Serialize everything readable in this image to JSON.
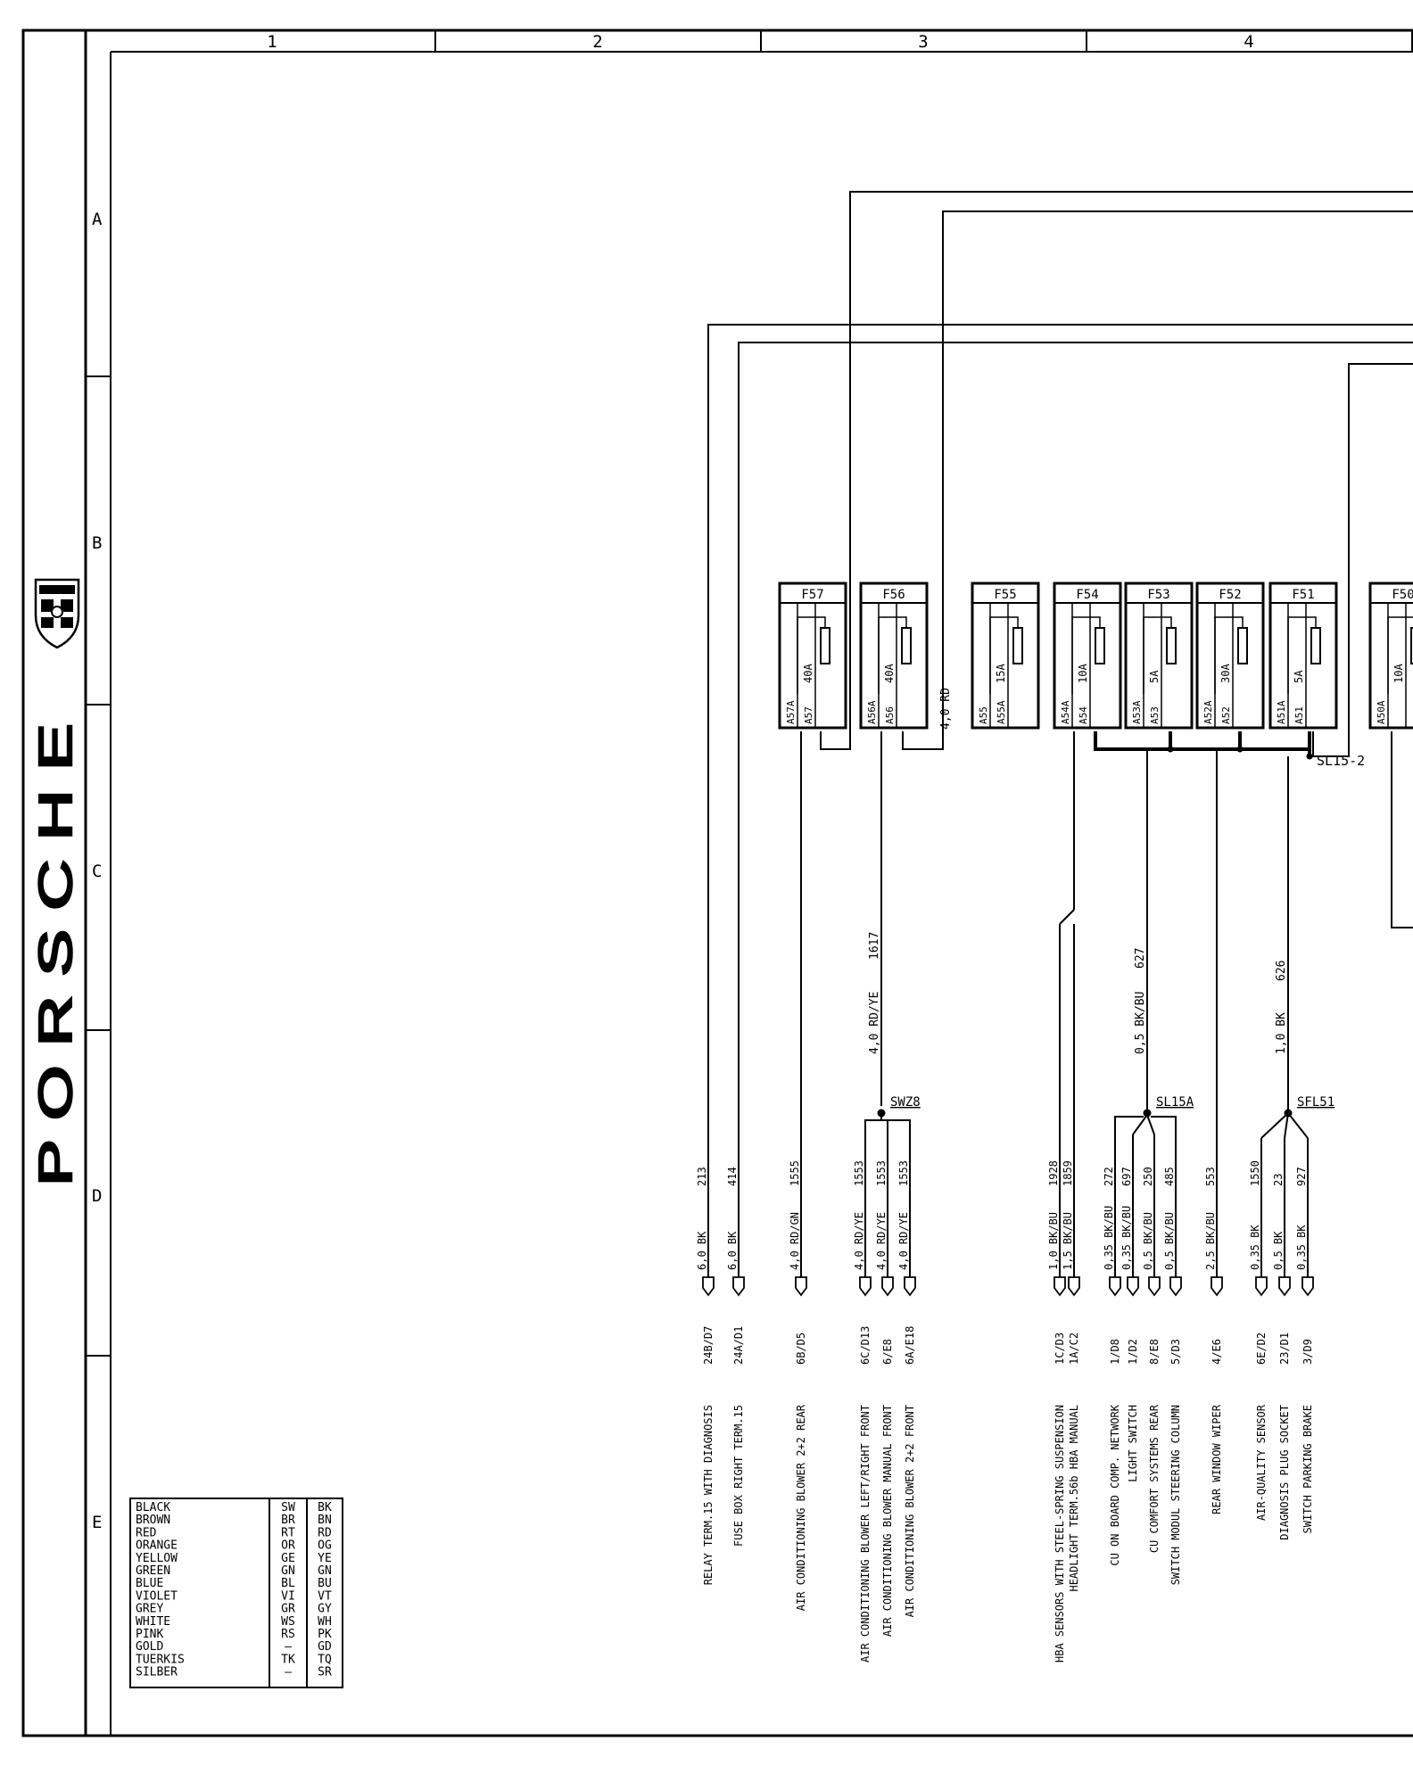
{
  "brand": "PORSCHE",
  "columns": [
    "1",
    "2",
    "3",
    "4"
  ],
  "rows": [
    "A",
    "B",
    "C",
    "D",
    "E"
  ],
  "fuses": [
    {
      "id": "F57",
      "rating": "40A",
      "in": "A57A",
      "out": "A57"
    },
    {
      "id": "F56",
      "rating": "40A",
      "in": "A56A",
      "out": "A56"
    },
    {
      "id": "F55",
      "rating": "15A",
      "in": "A55",
      "out": "A55A"
    },
    {
      "id": "F54",
      "rating": "10A",
      "in": "A54A",
      "out": "A54"
    },
    {
      "id": "F53",
      "rating": "5A",
      "in": "A53A",
      "out": "A53"
    },
    {
      "id": "F52",
      "rating": "30A",
      "in": "A52A",
      "out": "A52"
    },
    {
      "id": "F51",
      "rating": "5A",
      "in": "A51A",
      "out": "A51"
    },
    {
      "id": "F50",
      "rating": "10A",
      "in": "A50A",
      "out": ""
    }
  ],
  "f56_wire": "4,0 RD",
  "splices": {
    "sl15_2": "SL15-2",
    "swz8": "SWZ8",
    "sl15a": "SL15A",
    "sfl51": "SFL51"
  },
  "branch_wires": [
    {
      "spec": "4,0 RD/YE",
      "num": "1617"
    },
    {
      "spec": "0,5 BK/BU",
      "num": "627"
    },
    {
      "spec": "1,0 BK",
      "num": "626"
    }
  ],
  "outputs": [
    {
      "spec": "6,0 BK",
      "num": "213",
      "ref": "24B/D7",
      "desc": "RELAY TERM.15  WITH  DIAGNOSIS"
    },
    {
      "spec": "6,0 BK",
      "num": "414",
      "ref": "24A/D1",
      "desc": "FUSE BOX  RIGHT  TERM.15"
    },
    {
      "spec": "4,0 RD/GN",
      "num": "1555",
      "ref": "6B/D5",
      "desc": "AIR CONDITIONING BLOWER  2+2  REAR"
    },
    {
      "spec": "4,0 RD/YE",
      "num": "1553",
      "ref": "6C/D13",
      "desc": "AIR CONDITIONING BLOWER LEFT/RIGHT  FRONT"
    },
    {
      "spec": "4,0 RD/YE",
      "num": "1553",
      "ref": "6/E8",
      "desc": "AIR CONDITIONING BLOWER MANUAL  FRONT"
    },
    {
      "spec": "4,0 RD/YE",
      "num": "1553",
      "ref": "6A/E18",
      "desc": "AIR CONDITIONING BLOWER  2+2  FRONT"
    },
    {
      "spec": "1,0 BK/BU",
      "num": "1928",
      "ref": "1C/D3",
      "desc": "HBA SENSORS WITH STEEL-SPRING  SUSPENSION"
    },
    {
      "spec": "1,5 BK/BU",
      "num": "1859",
      "ref": "1A/C2",
      "desc": "HEADLIGHT  TERM.56b  HBA  MANUAL"
    },
    {
      "spec": "0,35 BK/BU",
      "num": "272",
      "ref": "1/D8",
      "desc": "CU ON BOARD COMP. NETWORK"
    },
    {
      "spec": "0,35 BK/BU",
      "num": "697",
      "ref": "1/D2",
      "desc": "LIGHT SWITCH"
    },
    {
      "spec": "0,5 BK/BU",
      "num": "250",
      "ref": "8/E8",
      "desc": "CU COMFORT SYSTEMS  REAR"
    },
    {
      "spec": "0,5 BK/BU",
      "num": "485",
      "ref": "5/D3",
      "desc": "SWITCH MODUL  STEERING COLUMN"
    },
    {
      "spec": "2,5 BK/BU",
      "num": "553",
      "ref": "4/E6",
      "desc": "REAR WINDOW WIPER"
    },
    {
      "spec": "0,35 BK",
      "num": "1550",
      "ref": "6E/D2",
      "desc": "AIR-QUALITY SENSOR"
    },
    {
      "spec": "0,5 BK",
      "num": "23",
      "ref": "23/D1",
      "desc": "DIAGNOSIS PLUG SOCKET"
    },
    {
      "spec": "0,35 BK",
      "num": "927",
      "ref": "3/D9",
      "desc": "SWITCH  PARKING  BRAKE"
    }
  ],
  "legend": [
    {
      "name": "BLACK",
      "de": "SW",
      "en": "BK"
    },
    {
      "name": "BROWN",
      "de": "BR",
      "en": "BN"
    },
    {
      "name": "RED",
      "de": "RT",
      "en": "RD"
    },
    {
      "name": "ORANGE",
      "de": "OR",
      "en": "OG"
    },
    {
      "name": "YELLOW",
      "de": "GE",
      "en": "YE"
    },
    {
      "name": "GREEN",
      "de": "GN",
      "en": "GN"
    },
    {
      "name": "BLUE",
      "de": "BL",
      "en": "BU"
    },
    {
      "name": "VIOLET",
      "de": "VI",
      "en": "VT"
    },
    {
      "name": "GREY",
      "de": "GR",
      "en": "GY"
    },
    {
      "name": "WHITE",
      "de": "WS",
      "en": "WH"
    },
    {
      "name": "PINK",
      "de": "RS",
      "en": "PK"
    },
    {
      "name": "GOLD",
      "de": "—",
      "en": "GD"
    },
    {
      "name": "TUERKIS",
      "de": "TK",
      "en": "TQ"
    },
    {
      "name": "SILBER",
      "de": "—",
      "en": "SR"
    }
  ]
}
